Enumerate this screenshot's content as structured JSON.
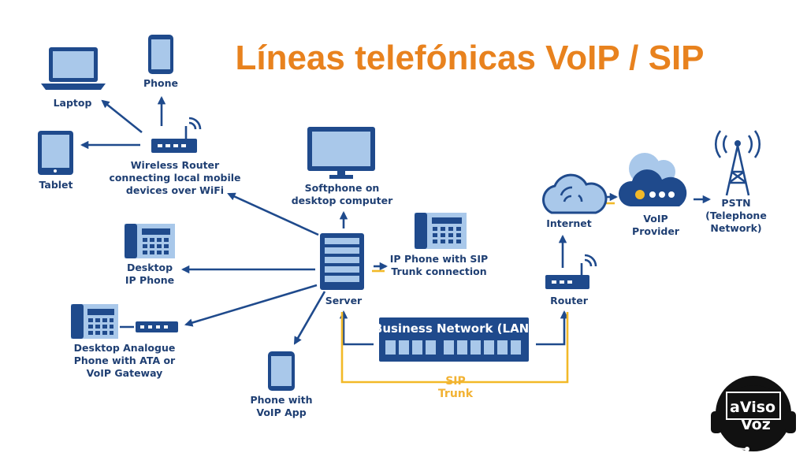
{
  "title": "Líneas telefónicas VoIP / SIP",
  "labels": {
    "laptop": "Laptop",
    "phone": "Phone",
    "tablet": "Tablet",
    "wireless_router": [
      "Wireless Router",
      "connecting local mobile",
      "devices over WiFi"
    ],
    "softphone": [
      "Softphone on",
      "desktop computer"
    ],
    "ip_phone_sip": [
      "IP Phone with SIP",
      "Trunk connection"
    ],
    "desktop_ip_phone": [
      "Desktop",
      "IP Phone"
    ],
    "server": "Server",
    "analogue": [
      "Desktop Analogue",
      "Phone with ATA or",
      "VoIP Gateway"
    ],
    "phone_app": [
      "Phone with",
      "VoIP App"
    ],
    "business_network": "Business Network (LAN)",
    "sip_trunk": [
      "SIP",
      "Trunk"
    ],
    "internet": "Internet",
    "router": "Router",
    "voip_provider": [
      "VoIP",
      "Provider"
    ],
    "pstn": [
      "PSTN",
      "(Telephone",
      "Network)"
    ]
  },
  "logo": {
    "line1": "aViso",
    "line2": "Voz"
  },
  "colors": {
    "title": "#e8821e",
    "primary": "#1f4a8c",
    "light_blue": "#a9c8ea",
    "sip_trunk_line": "#f2b928"
  },
  "icons": [
    "laptop-icon",
    "smartphone-icon",
    "tablet-icon",
    "wireless-router-icon",
    "monitor-icon",
    "desk-phone-icon",
    "server-icon",
    "ata-gateway-icon",
    "cloud-icon",
    "router-icon",
    "voip-provider-cloud-icon",
    "transmission-tower-icon",
    "headset-logo"
  ]
}
